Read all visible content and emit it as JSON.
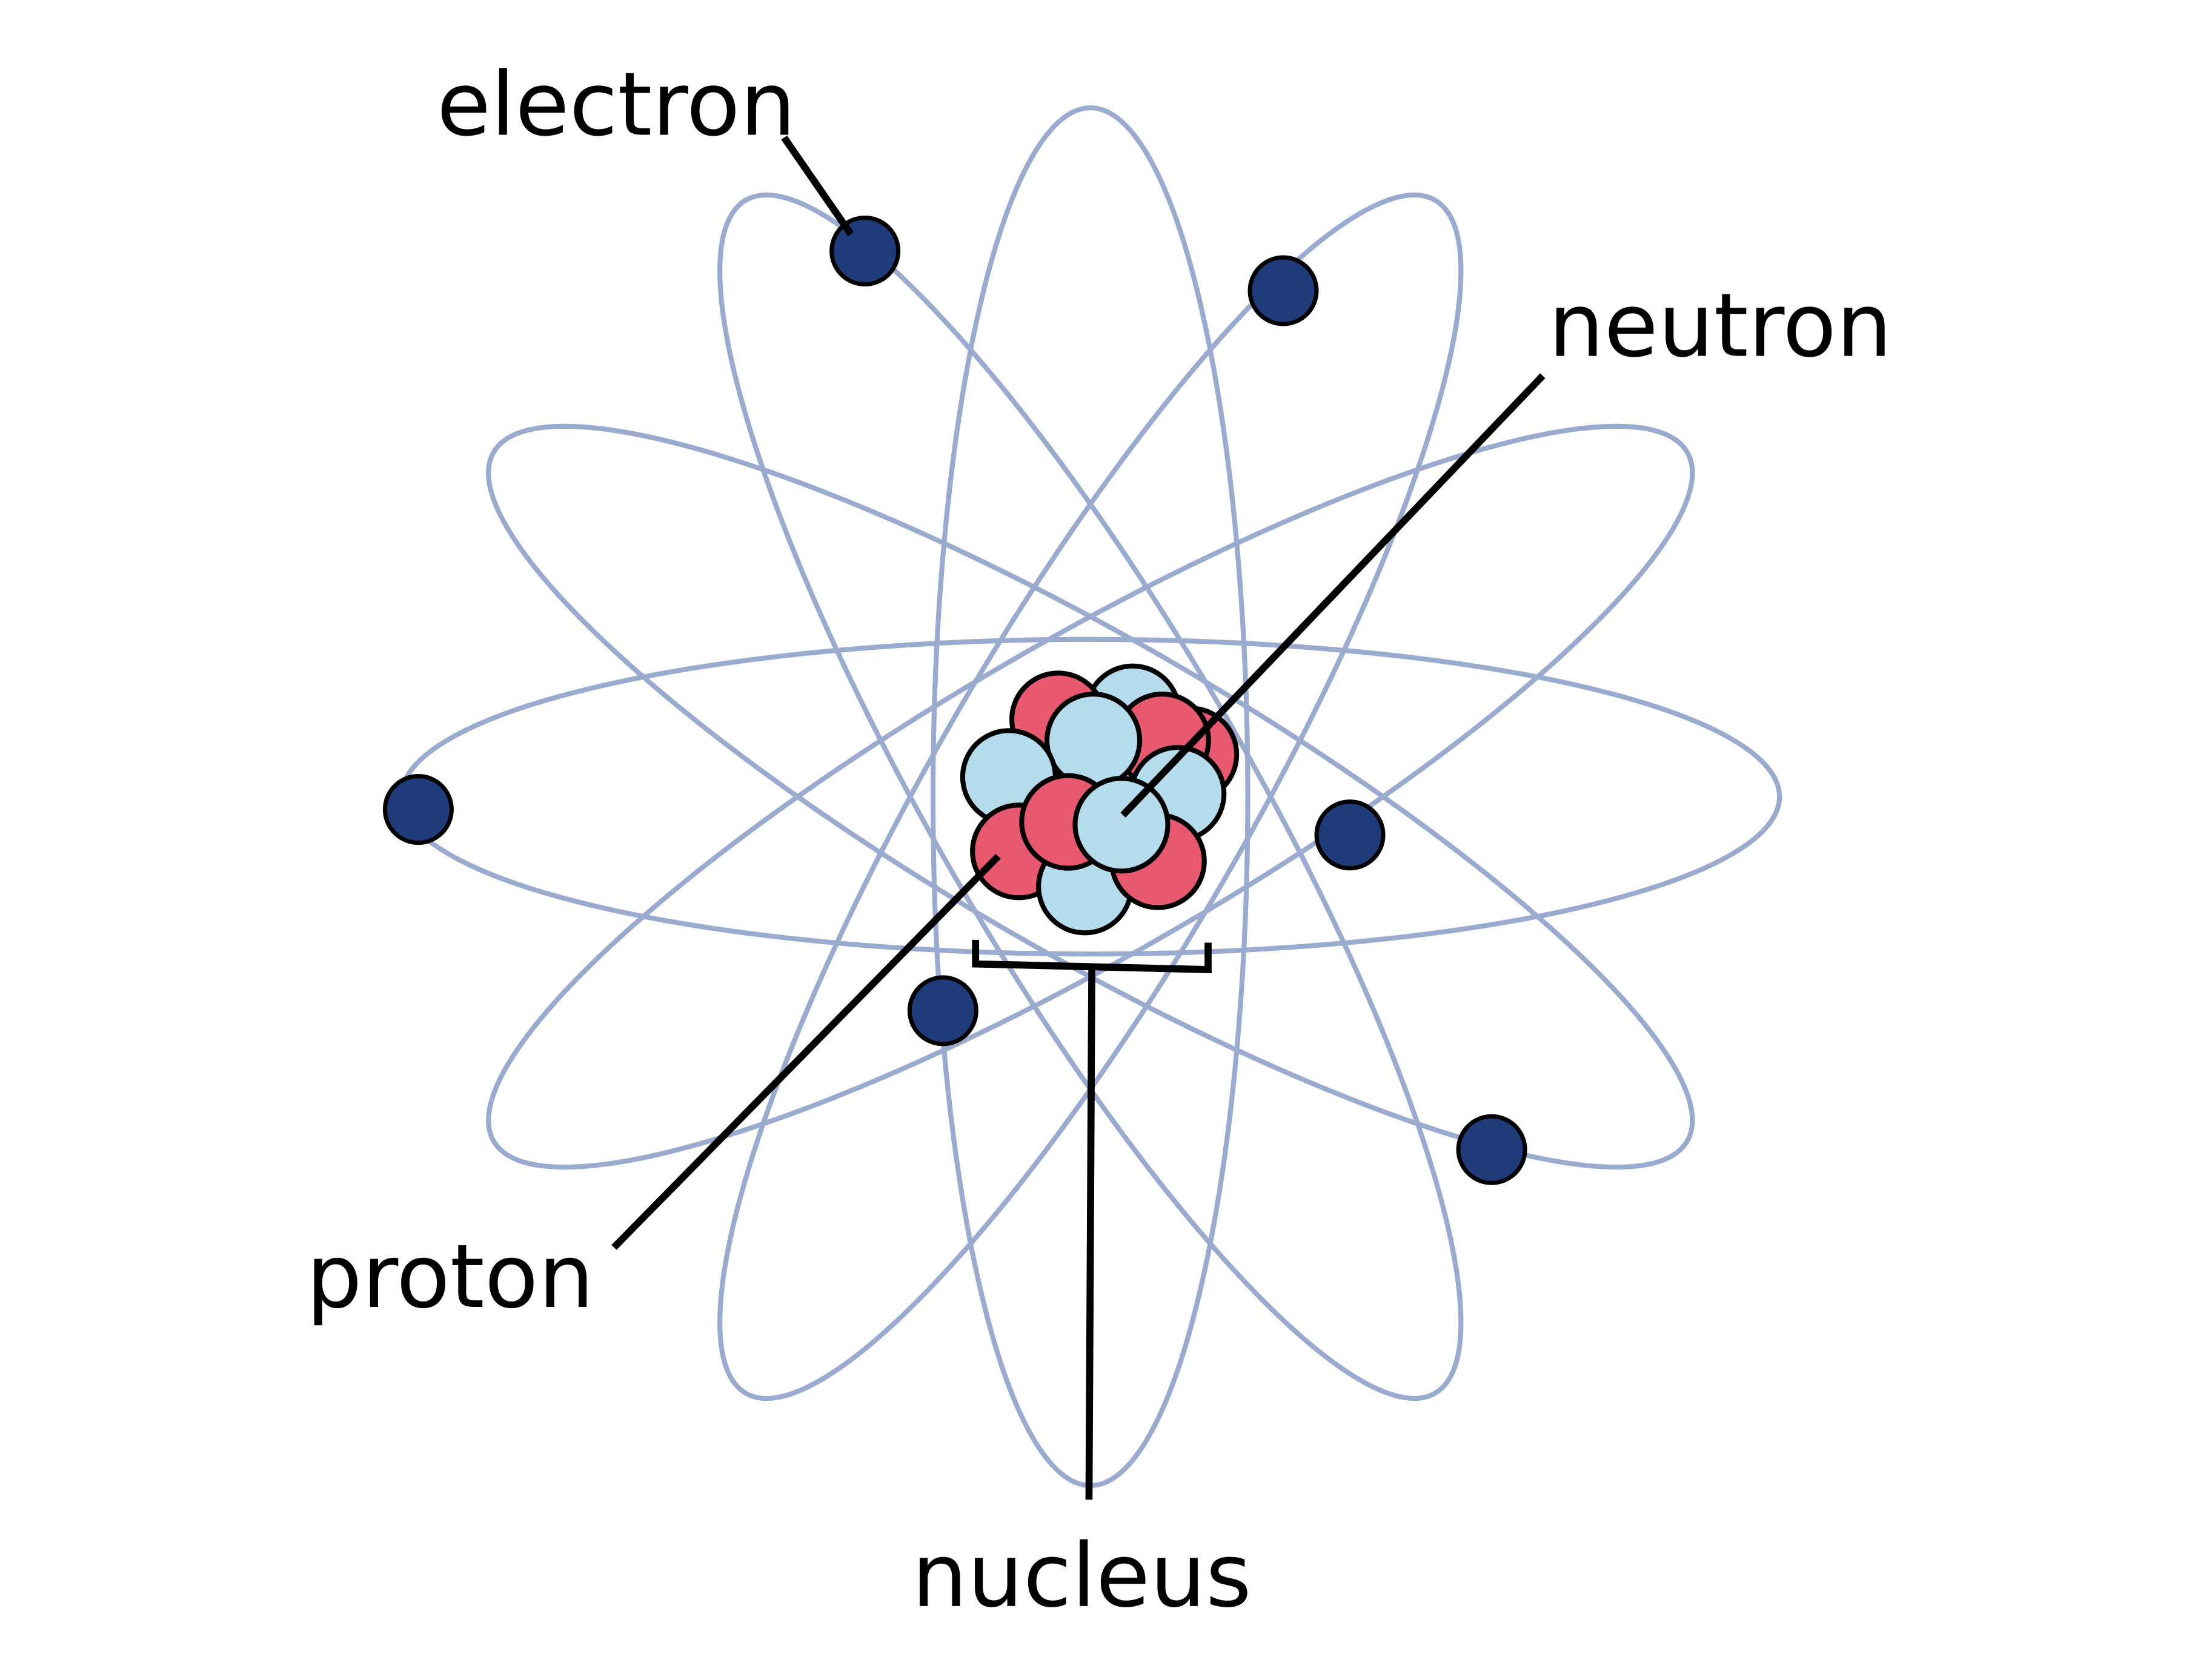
{
  "labels": {
    "electron": "electron",
    "neutron": "neutron",
    "proton": "proton",
    "nucleus": "nucleus"
  },
  "colors": {
    "orbit": "#9aabcf",
    "electron": "#1f3b7a",
    "proton": "#e8586f",
    "neutron": "#b5dced",
    "outline": "#000000"
  }
}
